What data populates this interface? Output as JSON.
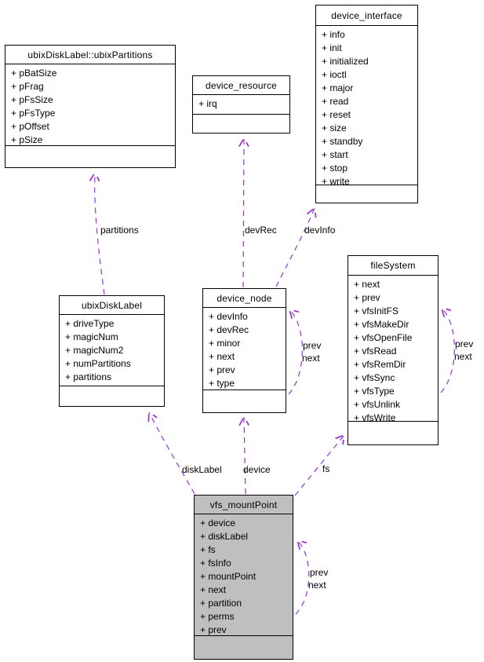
{
  "diagram": {
    "type": "uml-collaboration-diagram",
    "colors": {
      "edge": "#9a32cd",
      "box_border": "#000000",
      "box_fill": "#ffffff",
      "highlight_fill": "#bfbfbf",
      "text": "#000000"
    },
    "classes": [
      {
        "name": "ubixDiskLabel::ubixPartitions",
        "attrs": [
          "+ pBatSize",
          "+ pFrag",
          "+ pFsSize",
          "+ pFsType",
          "+ pOffset",
          "+ pSize"
        ]
      },
      {
        "name": "device_resource",
        "attrs": [
          "+ irq"
        ]
      },
      {
        "name": "device_interface",
        "attrs": [
          "+ info",
          "+ init",
          "+ initialized",
          "+ ioctl",
          "+ major",
          "+ read",
          "+ reset",
          "+ size",
          "+ standby",
          "+ start",
          "+ stop",
          "+ write"
        ]
      },
      {
        "name": "ubixDiskLabel",
        "attrs": [
          "+ driveType",
          "+ magicNum",
          "+ magicNum2",
          "+ numPartitions",
          "+ partitions"
        ]
      },
      {
        "name": "device_node",
        "attrs": [
          "+ devInfo",
          "+ devRec",
          "+ minor",
          "+ next",
          "+ prev",
          "+ type"
        ]
      },
      {
        "name": "fileSystem",
        "attrs": [
          "+ next",
          "+ prev",
          "+ vfsInitFS",
          "+ vfsMakeDir",
          "+ vfsOpenFile",
          "+ vfsRead",
          "+ vfsRemDir",
          "+ vfsSync",
          "+ vfsType",
          "+ vfsUnlink",
          "+ vfsWrite"
        ]
      },
      {
        "name": "vfs_mountPoint",
        "attrs": [
          "+ device",
          "+ diskLabel",
          "+ fs",
          "+ fsInfo",
          "+ mountPoint",
          "+ next",
          "+ partition",
          "+ perms",
          "+ prev"
        ]
      }
    ],
    "edges": {
      "partitions": {
        "label": "partitions"
      },
      "devrec": {
        "label": "devRec"
      },
      "devinfo": {
        "label": "devInfo"
      },
      "disklabel": {
        "label": "diskLabel"
      },
      "device": {
        "label": "device"
      },
      "fs": {
        "label": "fs"
      },
      "device_node_loop": {
        "line1": "prev",
        "line2": "next"
      },
      "filesystem_loop": {
        "line1": "prev",
        "line2": "next"
      },
      "vfs_mountpoint_loop": {
        "line1": "prev",
        "line2": "next"
      }
    }
  }
}
